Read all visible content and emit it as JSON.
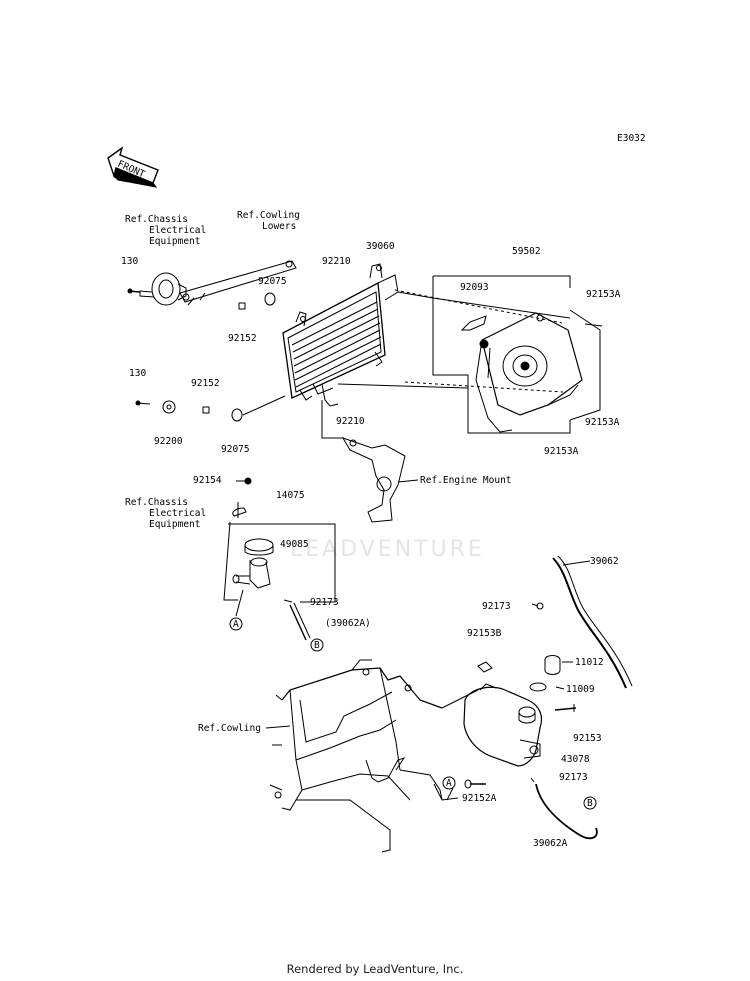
{
  "diagram_code": "E3032",
  "front_label": "FRONT",
  "watermark": "LEADVENTURE",
  "footer": "Rendered by LeadVenture, Inc.",
  "refs": {
    "chassis_1": [
      "Ref.Chassis",
      "Electrical",
      "Equipment"
    ],
    "cowling_lowers": [
      "Ref.Cowling",
      "Lowers"
    ],
    "engine_mount": "Ref.Engine Mount",
    "chassis_2": [
      "Ref.Chassis",
      "Electrical",
      "Equipment"
    ],
    "cowling": "Ref.Cowling"
  },
  "parts": {
    "p130a": "130",
    "p130b": "130",
    "p92210a": "92210",
    "p92210b": "92210",
    "p39060": "39060",
    "p59502": "59502",
    "p92075a": "92075",
    "p92075b": "92075",
    "p92152a": "92152",
    "p92152b": "92152",
    "p92093": "92093",
    "p92153Aa": "92153A",
    "p92153Ab": "92153A",
    "p92153Ac": "92153A",
    "p92200": "92200",
    "p92154": "92154",
    "p14075": "14075",
    "p49085": "49085",
    "p92173a": "92173",
    "p39062A_paren": "(39062A)",
    "p39062": "39062",
    "p92173b": "92173",
    "p92153B": "92153B",
    "p11012": "11012",
    "p11009": "11009",
    "p92153": "92153",
    "p43078": "43078",
    "p92152A": "92152A",
    "p92173c": "92173",
    "p39062A": "39062A"
  },
  "callouts": {
    "A": "A",
    "B": "B"
  }
}
